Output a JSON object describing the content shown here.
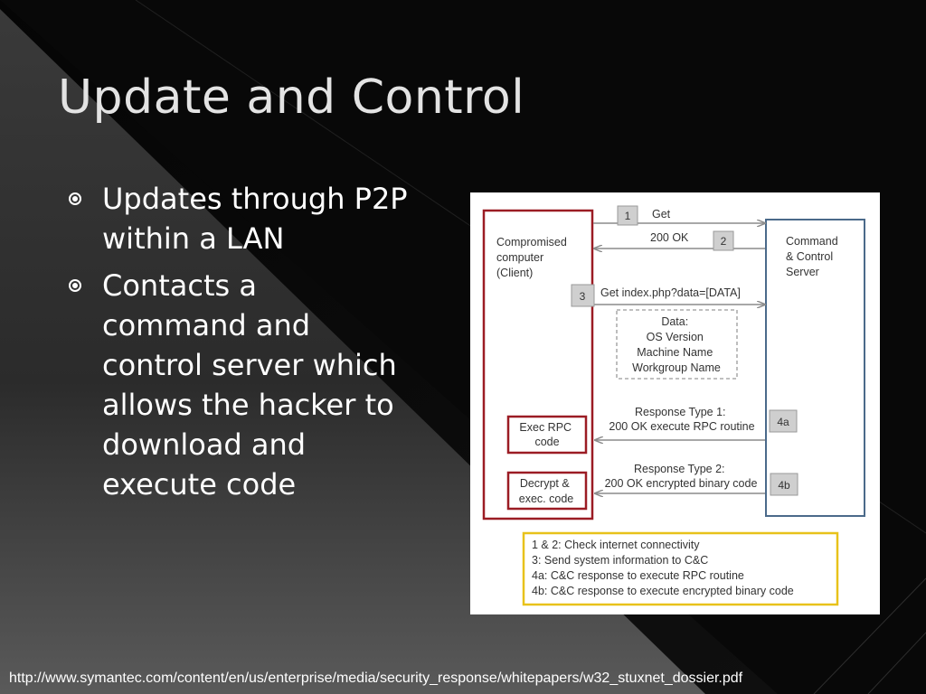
{
  "slide": {
    "title": "Update and Control",
    "bullets": [
      {
        "lines": [
          "Updates through P2P",
          "within a LAN"
        ]
      },
      {
        "lines": [
          "Contacts a",
          "command and",
          "control server which",
          "allows the hacker to",
          "download and",
          "execute code"
        ]
      }
    ],
    "source_url": "http://www.symantec.com/content/en/us/enterprise/media/security_response/whitepapers/w32_stuxnet_dossier.pdf"
  },
  "diagram": {
    "client_lines": [
      "Compromised",
      "computer",
      "(Client)"
    ],
    "server_lines": [
      "Command",
      "& Control",
      "Server"
    ],
    "step1_num": "1",
    "step1_label": "Get",
    "step2_num": "2",
    "step2_label": "200 OK",
    "step3_num": "3",
    "step3_label": "Get index.php?data=[DATA]",
    "data_lines": [
      "Data:",
      "OS Version",
      "Machine Name",
      "Workgroup Name"
    ],
    "resp1_lines": [
      "Response Type 1:",
      "200 OK execute RPC routine"
    ],
    "resp1_num": "4a",
    "resp2_lines": [
      "Response Type 2:",
      "200 OK encrypted binary code"
    ],
    "resp2_num": "4b",
    "exec_rpc_lines": [
      "Exec RPC",
      "code"
    ],
    "decrypt_lines": [
      "Decrypt &",
      "exec. code"
    ],
    "legend_lines": [
      "1 & 2: Check internet connectivity",
      "3: Send system information to C&C",
      "4a: C&C response to execute RPC routine",
      "4b: C&C response to execute encrypted binary code"
    ],
    "colors": {
      "client_border": "#9b1c24",
      "server_border": "#4b6a8a",
      "legend_border": "#e8c21a",
      "arrow": "#8c8c8c",
      "step_box": "#cfcfcf"
    }
  }
}
